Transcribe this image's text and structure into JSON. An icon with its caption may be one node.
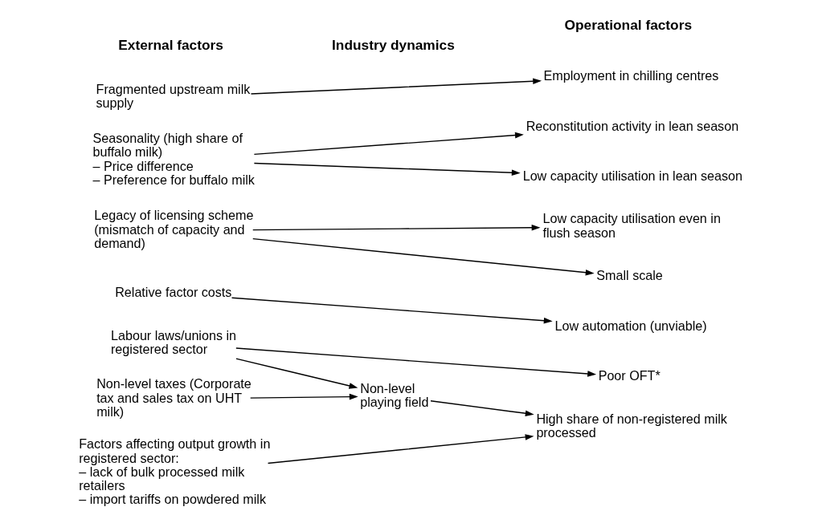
{
  "diagram": {
    "nodes": [
      {
        "text": [
          "Fragmented upstream milk supply"
        ]
      },
      {
        "text": [
          "Seasonality (high share of buffalo milk)",
          "– Price difference",
          "– Preference for buffalo milk"
        ]
      },
      {
        "text": [
          "Legacy of licensing scheme (mismatch of capacity and demand)"
        ]
      },
      {
        "text": [
          "Relative factor costs"
        ]
      },
      {
        "text": [
          "Labour laws/unions in registered sector"
        ]
      },
      {
        "text": [
          "Non-level taxes (Corporate tax and sales tax on UHT milk)"
        ]
      },
      {
        "text": [
          "Factors affecting output growth in registered sector:",
          "– lack of bulk processed milk retailers",
          "– import tariffs on powdered milk"
        ]
      },
      {
        "text": [
          "Non-level playing field"
        ]
      },
      {
        "text": [
          "Employment in chilling centres"
        ]
      },
      {
        "text": [
          "Reconstitution activity in lean season"
        ]
      },
      {
        "text": [
          "Low capacity utilisation in lean season"
        ]
      },
      {
        "text": [
          "Low capacity utilisation even in flush season"
        ]
      },
      {
        "text": [
          "Small scale"
        ]
      },
      {
        "text": [
          "Low automation (unviable)"
        ]
      },
      {
        "text": [
          "Poor OFT*"
        ]
      },
      {
        "text": [
          "High share of non-registered milk processed"
        ]
      }
    ],
    "edges": [
      {
        "from": 0,
        "to": 8,
        "arrow": "to"
      },
      {
        "from": 1,
        "to": 9,
        "arrow": "to"
      },
      {
        "from": 1,
        "to": 10,
        "arrow": "to"
      },
      {
        "from": 2,
        "to": 11,
        "arrow": "to"
      },
      {
        "from": 2,
        "to": 12,
        "arrow": "to"
      },
      {
        "from": 3,
        "to": 13,
        "arrow": "to"
      },
      {
        "from": 4,
        "to": 14,
        "arrow": "to"
      },
      {
        "from": 4,
        "to": 7,
        "arrow": "to"
      },
      {
        "from": 5,
        "to": 7,
        "arrow": "to"
      },
      {
        "from": 7,
        "to": 15,
        "arrow": "to"
      },
      {
        "from": 6,
        "to": 15,
        "arrow": "to"
      }
    ],
    "labels": [
      "External factors",
      "Industry dynamics",
      "Operational factors"
    ]
  }
}
